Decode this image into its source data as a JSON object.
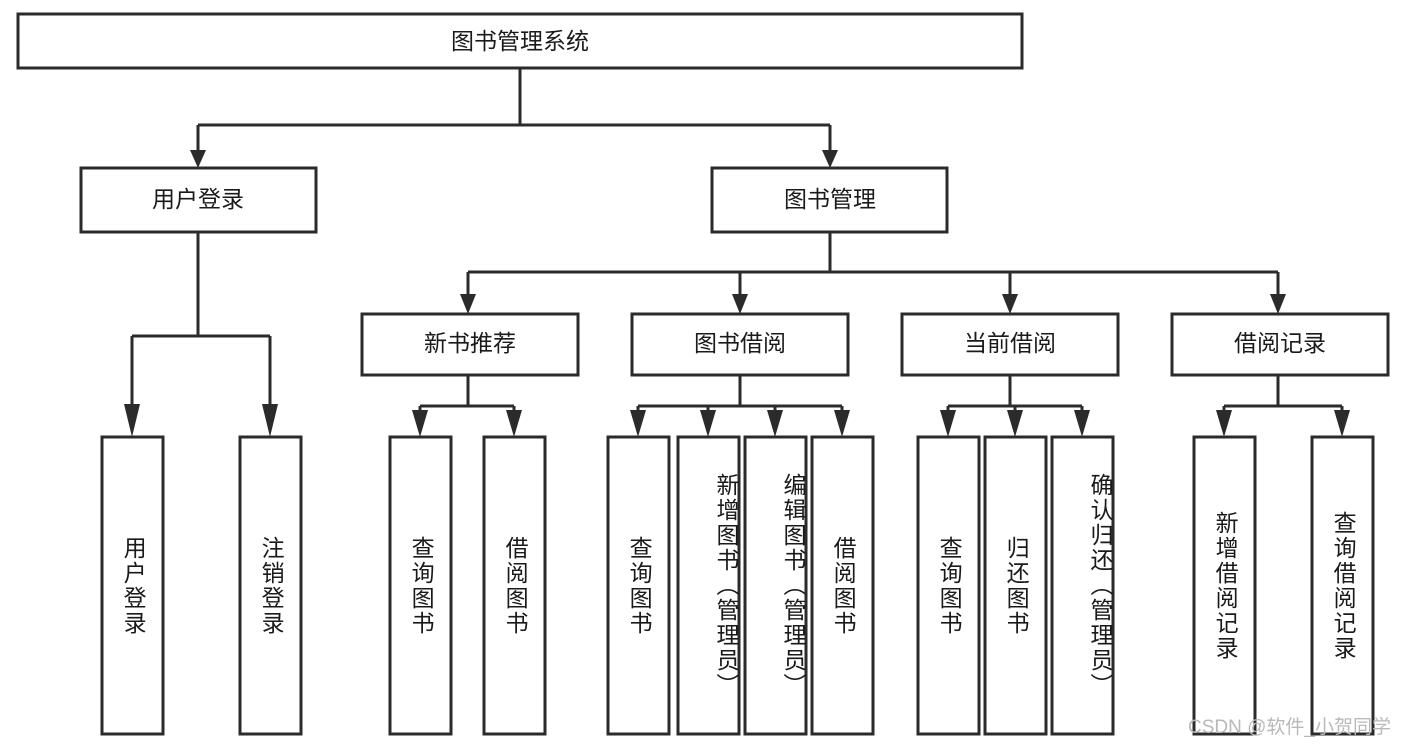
{
  "diagram": {
    "title": "图书管理系统",
    "type": "tree-hierarchy-chart",
    "root": {
      "label": "图书管理系统"
    },
    "level2": [
      {
        "label": "用户登录"
      },
      {
        "label": "图书管理"
      }
    ],
    "level3": [
      {
        "label": "新书推荐"
      },
      {
        "label": "图书借阅"
      },
      {
        "label": "当前借阅"
      },
      {
        "label": "借阅记录"
      }
    ],
    "leaves": [
      {
        "label": "用户登录"
      },
      {
        "label": "注销登录"
      },
      {
        "label": "查询图书"
      },
      {
        "label": "借阅图书"
      },
      {
        "label": "查询图书"
      },
      {
        "label": "新增图书（管理员）"
      },
      {
        "label": "编辑图书（管理员）"
      },
      {
        "label": "借阅图书"
      },
      {
        "label": "查询图书"
      },
      {
        "label": "归还图书"
      },
      {
        "label": "确认归还（管理员）"
      },
      {
        "label": "新增借阅记录"
      },
      {
        "label": "查询借阅记录"
      }
    ]
  },
  "watermark": {
    "text": "CSDN @软件_小贺同学"
  },
  "colors": {
    "background": "#ffffff",
    "box_fill": "#ffffff",
    "box_stroke": "#2b2b2b",
    "text": "#1a1a1a",
    "watermark": "#b9b9b9"
  }
}
